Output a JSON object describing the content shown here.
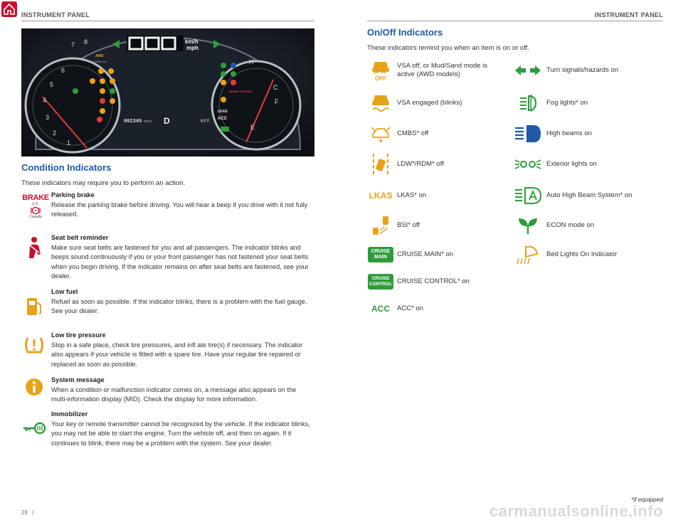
{
  "header": {
    "left": "INSTRUMENT PANEL",
    "right": "INSTRUMENT PANEL"
  },
  "cluster": {
    "speed_unit_top": "km/h",
    "speed_unit_bottom": "mph",
    "tach_label": "x1000r/min",
    "tach_marks": [
      "1",
      "2",
      "3",
      "4",
      "5",
      "6",
      "7",
      "8"
    ],
    "awd": "AWD",
    "odometer": "002345",
    "odo_unit": "miles",
    "gear": "D",
    "temp": "63°F",
    "lkas": "LKAS",
    "acc": "ACC",
    "brake_system": "BRAKE SYSTEM",
    "temp_h": "H",
    "temp_c": "C",
    "fuel_f": "F",
    "fuel_e": "E"
  },
  "condition": {
    "title": "Condition Indicators",
    "intro": "These indicators may require you to perform an action.",
    "items": [
      {
        "icon": "brake-icon",
        "heading": "Parking brake",
        "text": "Release the parking brake before driving. You will hear a beep if you drive with it not fully released.",
        "icon_labels": {
          "brake": "BRAKE",
          "us": "U.S.",
          "canada": "Canada"
        }
      },
      {
        "icon": "seat-belt-icon",
        "heading": "Seat belt reminder",
        "text": "Make sure seat belts are fastened for you and all passengers. The indicator blinks and beeps sound continuously if you or your front passenger has not fastened your seat belts when you begin driving. If the indicator remains on after seat belts are fastened, see your dealer."
      },
      {
        "icon": "fuel-icon",
        "heading": "Low fuel",
        "text": "Refuel as soon as possible. If the indicator blinks, there is a problem with the fuel gauge. See your dealer."
      },
      {
        "icon": "tire-pressure-icon",
        "heading": "Low tire pressure",
        "text": "Stop in a safe place, check tire pressures, and infl ate tire(s) if necessary. The indicator also appears if your vehicle is fitted with a spare tire. Have your regular tire repaired or replaced as soon as possible."
      },
      {
        "icon": "system-message-icon",
        "heading": "System message",
        "text": "When a condition or malfunction indicator comes on, a message also appears on the multi-information display (MID). Check the display for more information."
      },
      {
        "icon": "immobilizer-icon",
        "heading": "Immobilizer",
        "text": "Your key or remote transmitter cannot be recognized by the vehicle. If the indicator blinks, you may not be able to start the engine. Turn the vehicle off, and then on again. If it continues to blink, there may be a problem with the system. See your dealer."
      }
    ]
  },
  "onoff": {
    "title": "On/Off Indicators",
    "intro": "These indicators remind you when an item is on or off.",
    "left": [
      {
        "icon": "vsa-off-icon",
        "label": "VSA off, or Mud/Sand mode is active (AWD models)",
        "icon_text": "OFF"
      },
      {
        "icon": "vsa-icon",
        "label": "VSA engaged (blinks)"
      },
      {
        "icon": "cmbs-off-icon",
        "label": "CMBS* off"
      },
      {
        "icon": "ldw-rdm-off-icon",
        "label": "LDW*/RDM* off"
      },
      {
        "icon": "lkas-icon",
        "label": "LKAS* on",
        "icon_text": "LKAS"
      },
      {
        "icon": "bsi-off-icon",
        "label": "BSI* off"
      },
      {
        "icon": "cruise-main-icon",
        "label": "CRUISE MAIN* on",
        "icon_text": "CRUISE MAIN"
      },
      {
        "icon": "cruise-control-icon",
        "label": "CRUISE CONTROL* on",
        "icon_text": "CRUISE CONTROL"
      },
      {
        "icon": "acc-icon",
        "label": "ACC* on",
        "icon_text": "ACC"
      }
    ],
    "right": [
      {
        "icon": "turn-signal-icon",
        "label": "Turn signals/hazards on"
      },
      {
        "icon": "fog-light-icon",
        "label": "Fog lights* on"
      },
      {
        "icon": "high-beam-icon",
        "label": "High beams on"
      },
      {
        "icon": "exterior-lights-icon",
        "label": "Exterior lights on"
      },
      {
        "icon": "auto-high-beam-icon",
        "label": "Auto High Beam System* on"
      },
      {
        "icon": "econ-icon",
        "label": "ECON mode on"
      },
      {
        "icon": "bed-lights-icon",
        "label": "Bed Lights On Indicator"
      }
    ]
  },
  "footnote": "*if equipped",
  "page_left": "28",
  "separator": "|",
  "watermark": "carmanualsonline.info",
  "colors": {
    "accent": "#1f5aa6",
    "warning_red": "#c8102e",
    "warning_amber": "#e8a21a",
    "green": "#2e9c3a",
    "blue": "#1f5aa6"
  }
}
